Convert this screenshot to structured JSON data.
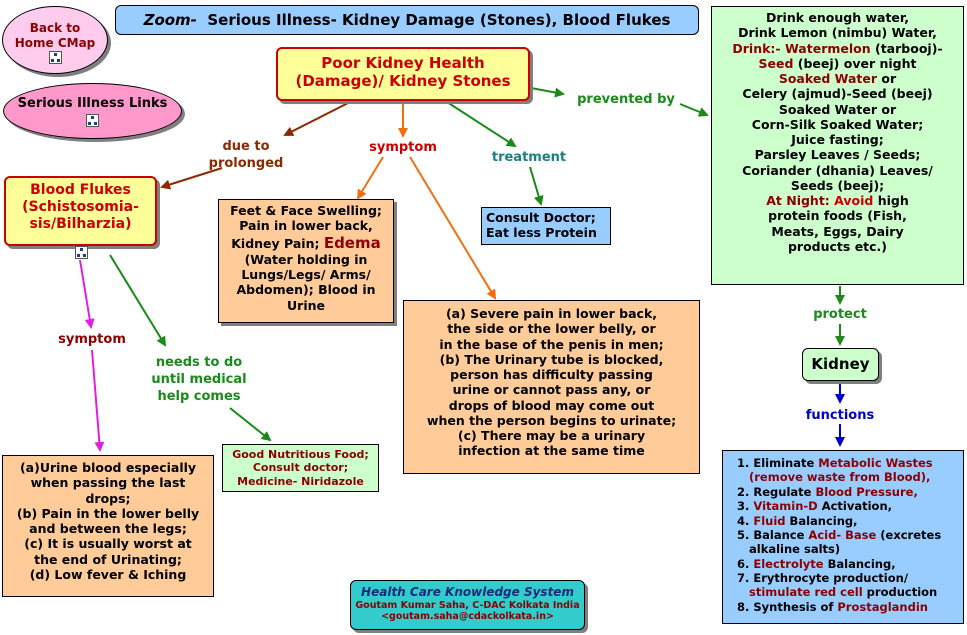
{
  "header": {
    "zoom": "Zoom-",
    "title": "Serious Illness- Kidney Damage (Stones), Blood Flukes"
  },
  "nav": {
    "back_line1": "Back to",
    "back_line2": "Home CMap",
    "serious_links": "Serious Illness Links"
  },
  "nodes": {
    "kidney_health_line1": "Poor Kidney Health",
    "kidney_health_line2": "(Damage)/ Kidney Stones",
    "blood_flukes_line1": "Blood Flukes",
    "blood_flukes_line2": "(Schistosomia-",
    "blood_flukes_line3": "sis/Bilharzia)",
    "symptoms_feet_a": "Feet & Face Swelling;\nPain in lower back,\nKidney Pain; ",
    "symptoms_feet_edema": "Edema",
    "symptoms_feet_b": "\n(Water holding in\nLungs/Legs/ Arms/\nAbdomen); Blood in\nUrine",
    "consult_doctor": "Consult Doctor;\nEat less Protein",
    "severe_pain": "(a) Severe pain in lower back,\nthe side or the lower belly, or\nin the base of the penis in men;\n(b) The Urinary tube is blocked,\nperson has difficulty passing\nurine or cannot pass any, or\ndrops of blood may come out\nwhen the person begins to urinate;\n(c) There may be a urinary\ninfection at the same time",
    "urine_blood": "(a)Urine blood especially\nwhen passing the last\ndrops;\n(b) Pain in the lower belly\nand between the legs;\n(c) It is usually worst at\nthe end of Urinating;\n(d) Low fever & Iching",
    "good_food": "Good Nutritious Food;\nConsult doctor;\nMedicine- Niridazole",
    "kidney": "Kidney",
    "prevention": {
      "l1": "Drink enough water,",
      "l2": "Drink Lemon (nimbu) Water,",
      "l3a": "Drink:- Watermelon",
      "l3b": " (tarbooj)-",
      "l4a": "Seed",
      "l4b": " (beej) over night",
      "l5": "Soaked Water",
      "l5b": " or",
      "l6": "Celery (ajmud)-Seed (beej)",
      "l7": "Soaked Water or",
      "l8": "Corn-Silk Soaked Water;",
      "l9": "Juice fasting;",
      "l10": "Parsley Leaves / Seeds;",
      "l11": "Coriander (dhania) Leaves/",
      "l12": "Seeds (beej);",
      "l13a": "At Night: ",
      "l13b": "Avoid",
      "l13c": " high",
      "l14": "protein foods (Fish,",
      "l15": "Meats, Eggs, Dairy",
      "l16": "products etc.)"
    },
    "functions": [
      {
        "n": "1. ",
        "a": "Eliminate ",
        "h": "Metabolic Wastes",
        "b": ""
      },
      {
        "n": "",
        "a": "",
        "h": "(remove waste from Blood),",
        "b": ""
      },
      {
        "n": "2. ",
        "a": "Regulate ",
        "h": "Blood Pressure,",
        "b": ""
      },
      {
        "n": "3. ",
        "a": "",
        "h": "Vitamin-D",
        "b": " Activation,"
      },
      {
        "n": "4. ",
        "a": "",
        "h": "Fluid",
        "b": " Balancing,"
      },
      {
        "n": "5. ",
        "a": "Balance ",
        "h": "Acid- Base",
        "b": " (excretes"
      },
      {
        "n": "",
        "a": "alkaline salts)",
        "h": "",
        "b": ""
      },
      {
        "n": "6. ",
        "a": "",
        "h": "Electrolyte",
        "b": " Balancing,"
      },
      {
        "n": "7. ",
        "a": "Erythrocyte production/",
        "h": "",
        "b": ""
      },
      {
        "n": "",
        "a": "",
        "h": "stimulate red cell",
        "b": " production"
      },
      {
        "n": "8. ",
        "a": "Synthesis of ",
        "h": "Prostaglandin",
        "b": ""
      }
    ]
  },
  "links": {
    "due_to": "due to\nprolonged",
    "symptom_top": "symptom",
    "treatment": "treatment",
    "prevented_by": "prevented by",
    "symptom_left": "symptom",
    "needs_to_do": "needs to do\nuntil medical\nhelp comes",
    "protect": "protect",
    "functions": "functions"
  },
  "footer": {
    "title": "Health Care Knowledge System",
    "author": "Goutam Kumar Saha, C-DAC Kolkata India",
    "email": "<goutam.saha@cdackolkata.in>"
  },
  "colors": {
    "link_brown": "#8b2a00",
    "link_orange": "#f07010",
    "link_teal": "#1a8080",
    "link_green": "#1a8a1a",
    "link_magenta": "#e020e0",
    "link_blue": "#0000cc",
    "dark_red": "#8b0000"
  }
}
